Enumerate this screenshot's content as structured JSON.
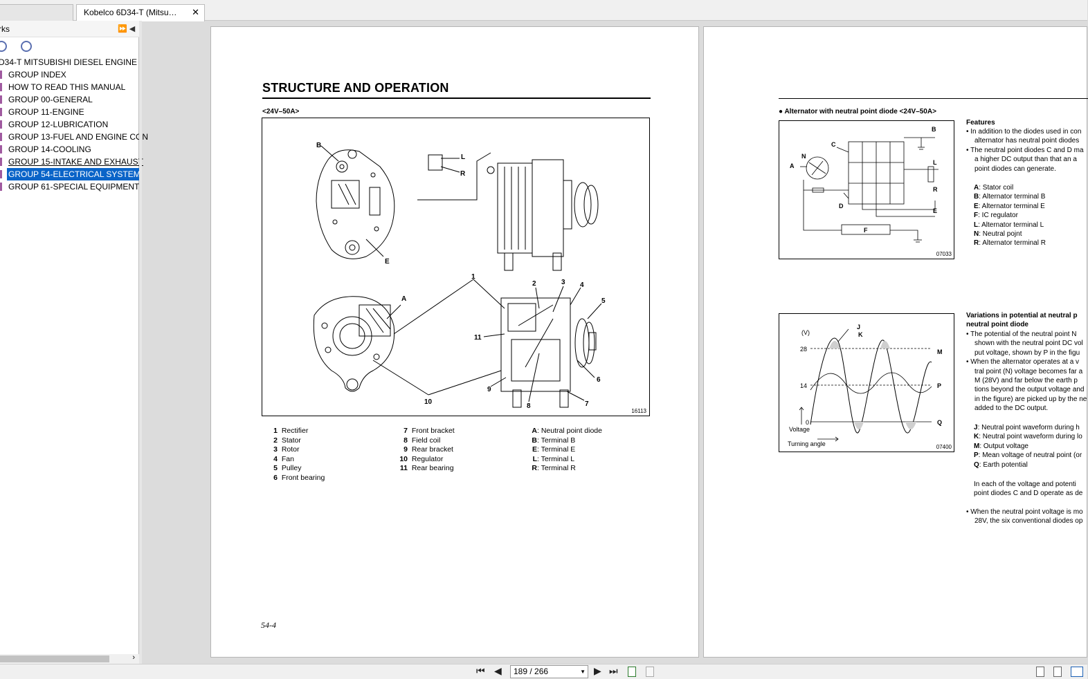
{
  "tabs": [
    {
      "label": ""
    },
    {
      "label": "Kobelco 6D34-T (Mitsu…",
      "close": "✕"
    }
  ],
  "sidebar": {
    "title": "rks",
    "collapse_glyphs": "⏩ ◀",
    "root": "D34-T MITSUBISHI DIESEL ENGINE",
    "items": [
      {
        "label": "GROUP INDEX"
      },
      {
        "label": "HOW TO READ THIS MANUAL"
      },
      {
        "label": "GROUP 00-GENERAL"
      },
      {
        "label": "GROUP 11-ENGINE"
      },
      {
        "label": "GROUP 12-LUBRICATION"
      },
      {
        "label": "GROUP 13-FUEL AND ENGINE CON"
      },
      {
        "label": "GROUP 14-COOLING"
      },
      {
        "label": "GROUP 15-INTAKE AND EXHAUST"
      },
      {
        "label": "GROUP 54-ELECTRICAL SYSTEM"
      },
      {
        "label": "GROUP 61-SPECIAL EQUIPMENT"
      }
    ],
    "selected_index": 8
  },
  "page_left": {
    "heading": "STRUCTURE AND OPERATION",
    "subheading": "<24V–50A>",
    "figure_number": "16113",
    "callouts": {
      "B": "B",
      "E": "E",
      "A": "A",
      "L": "L",
      "R": "R",
      "n1": "1",
      "n2": "2",
      "n3": "3",
      "n4": "4",
      "n5": "5",
      "n6": "6",
      "n7": "7",
      "n8": "8",
      "n9": "9",
      "n10": "10",
      "n11": "11"
    },
    "legend_col1": [
      {
        "num": "1",
        "label": "Rectifier"
      },
      {
        "num": "2",
        "label": "Stator"
      },
      {
        "num": "3",
        "label": "Rotor"
      },
      {
        "num": "4",
        "label": "Fan"
      },
      {
        "num": "5",
        "label": "Pulley"
      },
      {
        "num": "6",
        "label": "Front bearing"
      }
    ],
    "legend_col2": [
      {
        "num": "7",
        "label": "Front bracket"
      },
      {
        "num": "8",
        "label": "Field coil"
      },
      {
        "num": "9",
        "label": "Rear bracket"
      },
      {
        "num": "10",
        "label": "Regulator"
      },
      {
        "num": "11",
        "label": "Rear bearing"
      }
    ],
    "legend_col3": [
      {
        "key": "A",
        "label": ": Neutral point diode"
      },
      {
        "key": "B",
        "label": ": Terminal B"
      },
      {
        "key": "E",
        "label": ": Terminal E"
      },
      {
        "key": "L",
        "label": ": Terminal L"
      },
      {
        "key": "R",
        "label": ": Terminal R"
      }
    ],
    "page_number": "54-4"
  },
  "page_right": {
    "section_title": "● Alternator with neutral point diode <24V–50A>",
    "fig1_number": "07033",
    "fig1_labels": {
      "B": "B",
      "C": "C",
      "N": "N",
      "A": "A",
      "L": "L",
      "R": "R",
      "D": "D",
      "E": "E",
      "F": "F"
    },
    "features_title": "Features",
    "features_lines": [
      "• In addition to the diodes used in con",
      "alternator has neutral point diodes",
      "• The neutral point diodes C and D ma",
      "a higher DC output than that an a",
      "point diodes can generate."
    ],
    "features_legend": [
      {
        "key": "A",
        "label": ": Stator coil"
      },
      {
        "key": "B",
        "label": ": Alternator terminal B"
      },
      {
        "key": "E",
        "label": ": Alternator terminal E"
      },
      {
        "key": "F",
        "label": ": IC regulator"
      },
      {
        "key": "L",
        "label": ": Alternator terminal L"
      },
      {
        "key": "N",
        "label": ": Neutral pojnt"
      },
      {
        "key": "R",
        "label": ": Alternator terminal R"
      }
    ],
    "fig2_number": "07400",
    "fig2_labels": {
      "unit": "(V)",
      "y28": "28",
      "y14": "14",
      "y0": "0",
      "J": "J",
      "K": "K",
      "M": "M",
      "P": "P",
      "Q": "Q",
      "ylabel": "Voltage",
      "xlabel": "Turning angle"
    },
    "variations_title_1": "Variations in potential at neutral p",
    "variations_title_2": "neutral point diode",
    "variations_lines": [
      "• The potential of the neutral point N",
      "shown with the neutral point DC vol",
      "put voltage, shown by P in the figu",
      "• When the alternator operates at a v",
      "tral point (N) voltage becomes far a",
      "M (28V) and far below the earth p",
      "tions beyond the output voltage and",
      "in the figure) are picked up by the ne",
      "added to the DC output."
    ],
    "variations_legend": [
      {
        "key": "J",
        "label": ": Neutral point waveform during h"
      },
      {
        "key": "K",
        "label": ": Neutral point waveform during lo"
      },
      {
        "key": "M",
        "label": ": Output voltage"
      },
      {
        "key": "P",
        "label": ": Mean voltage of neutral point (or"
      },
      {
        "key": "Q",
        "label": ": Earth potential"
      }
    ],
    "closing_lines": [
      "In each of the voltage and potenti",
      "point diodes C and D operate as de"
    ],
    "final_lines": [
      "• When the neutral point voltage is mo",
      "28V, the six conventional diodes op"
    ]
  },
  "toolbar": {
    "first_page": "⏮",
    "prev_page": "◀",
    "page_display": "189 / 266",
    "next_page": "▶",
    "last_page": "⏭"
  }
}
